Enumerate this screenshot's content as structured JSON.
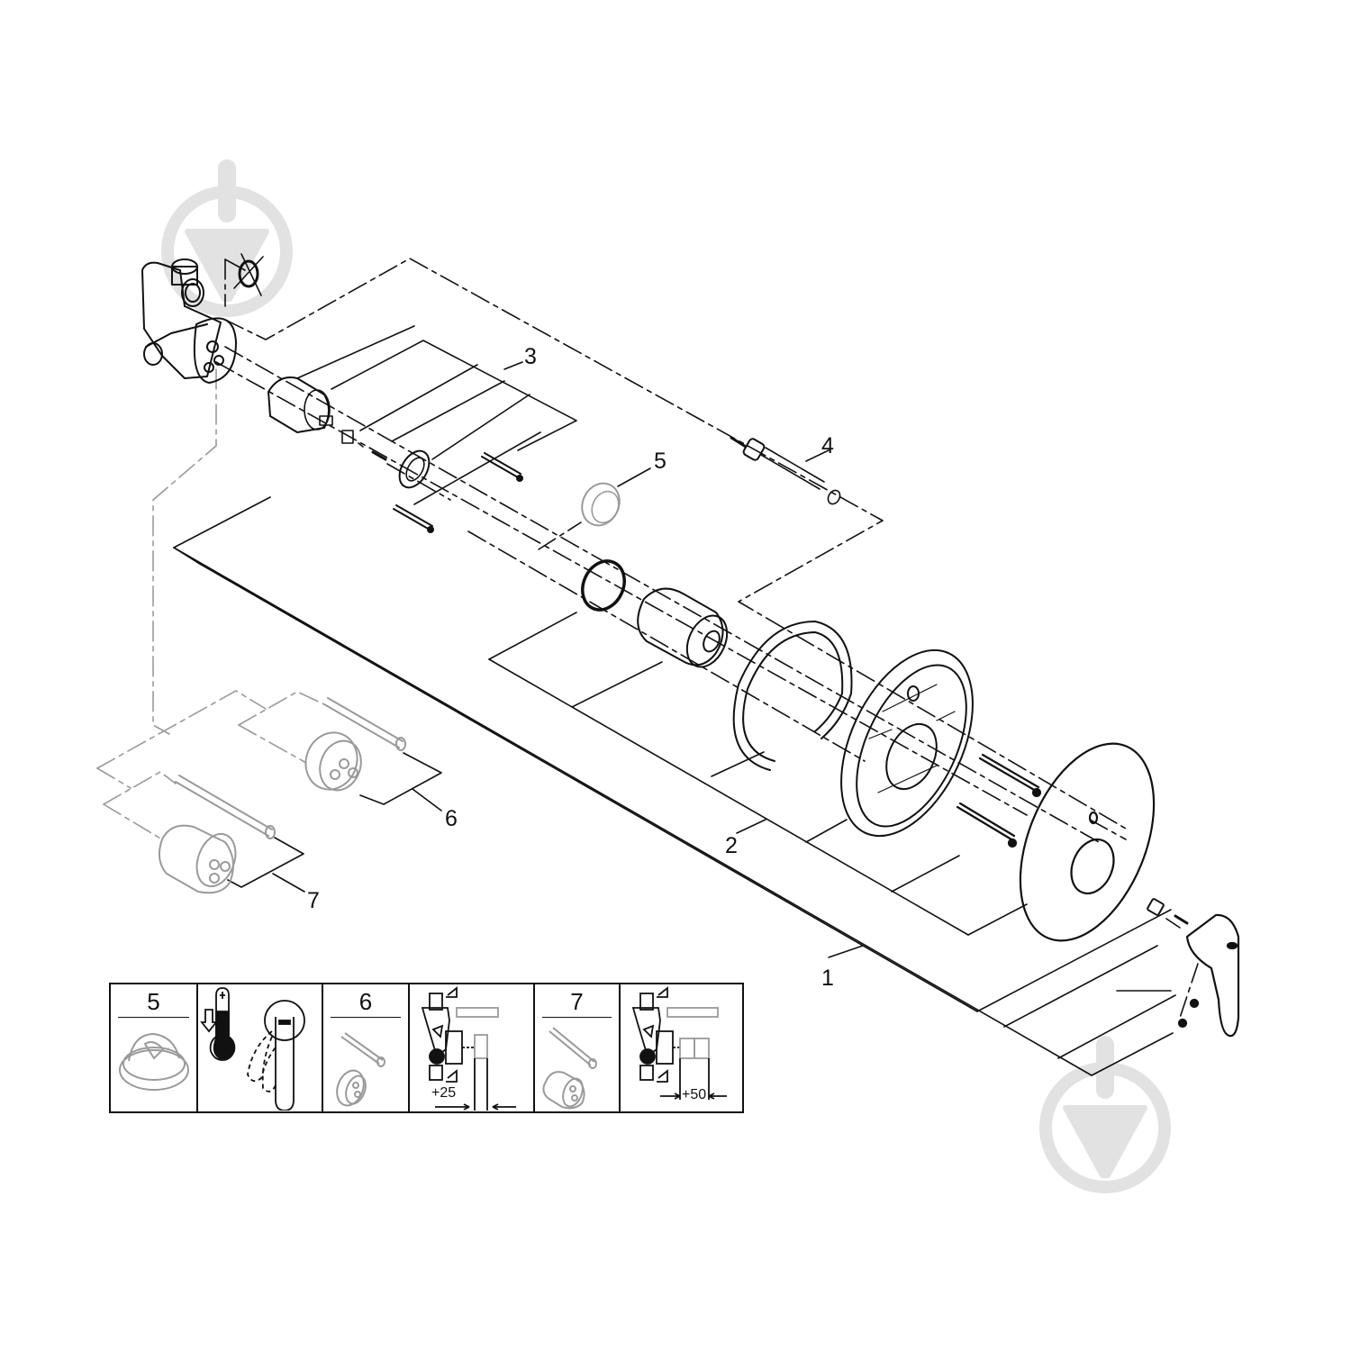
{
  "diagram": {
    "type": "exploded-parts-view",
    "subject": "Single-lever concealed shower mixer with trim",
    "colors": {
      "line": "#111111",
      "ghost": "#9a9a9a",
      "watermark": "#e2e2e2",
      "background": "#ffffff"
    }
  },
  "callouts": [
    {
      "id": "1",
      "label": "1",
      "part": "trim set (rosette, lever handle, screws)"
    },
    {
      "id": "2",
      "label": "2",
      "part": "mounting plate / escutcheon with spring ring"
    },
    {
      "id": "3",
      "label": "3",
      "part": "cartridge with adapter and fixing ring"
    },
    {
      "id": "4",
      "label": "4",
      "part": "diverter / stop spindle"
    },
    {
      "id": "5",
      "label": "5",
      "part": "temperature limiter stop"
    },
    {
      "id": "6",
      "label": "6",
      "part": "extension set +25"
    },
    {
      "id": "7",
      "label": "7",
      "part": "extension set +50"
    }
  ],
  "legend": {
    "cells": [
      {
        "label": "5",
        "icon": "temperature-stop-icon"
      },
      {
        "label": "",
        "icon": "hot-limit-lever-icon"
      },
      {
        "label": "6",
        "icon": "extension-kit-icon"
      },
      {
        "label": "",
        "icon": "body-extension-icon",
        "dimension": "+25"
      },
      {
        "label": "7",
        "icon": "extension-kit-icon"
      },
      {
        "label": "",
        "icon": "body-extension-icon",
        "dimension": "+50"
      }
    ]
  },
  "watermarks": [
    {
      "icon": "download-circle-icon",
      "position": "top-left"
    },
    {
      "icon": "download-circle-icon",
      "position": "bottom-right"
    }
  ]
}
